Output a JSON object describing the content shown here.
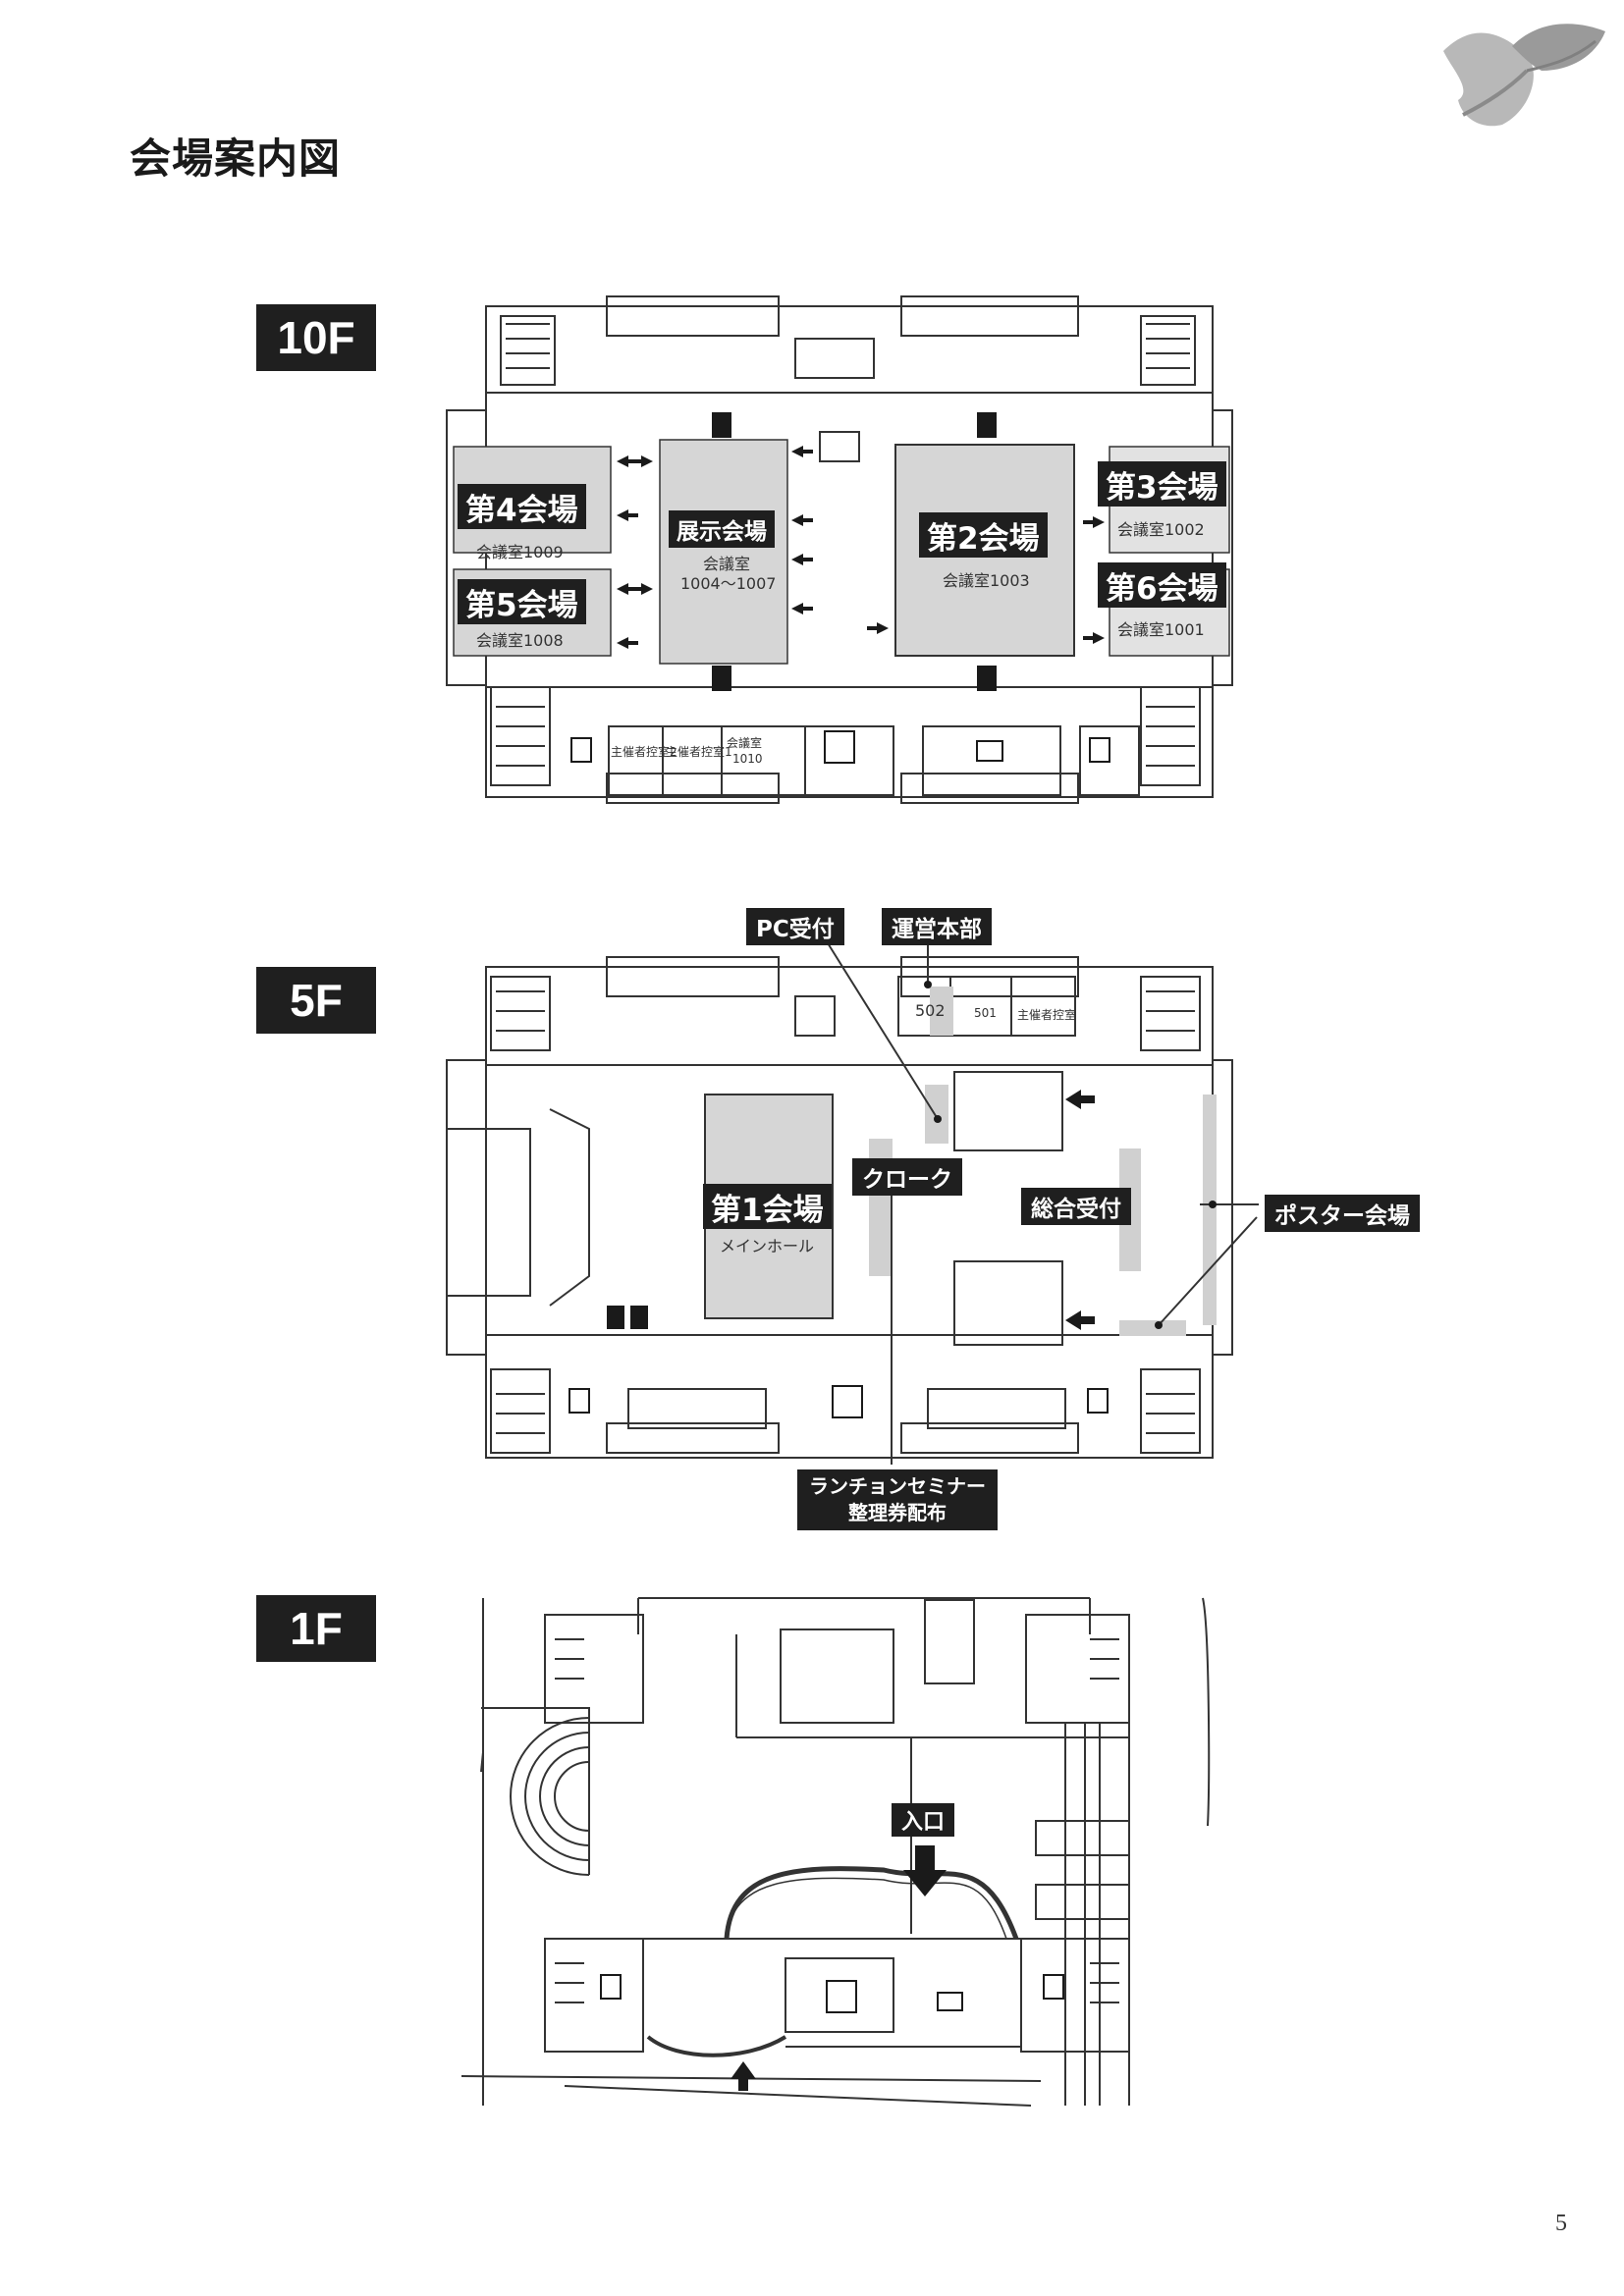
{
  "title": "会場案内図",
  "page_number": "5",
  "floors": {
    "f10": {
      "badge": "10F",
      "venues": {
        "hall4": "第4会場",
        "hall5": "第5会場",
        "exhibit": "展示会場",
        "hall2": "第2会場",
        "hall3": "第3会場",
        "hall6": "第6会場"
      },
      "rooms": {
        "r1009": "会議室1009",
        "r1008": "会議室1008",
        "r1004_line1": "会議室",
        "r1004_line2": "1004～1007",
        "r1003": "会議室1003",
        "r1002": "会議室1002",
        "r1001": "会議室1001",
        "organizer2": "主催者控室2",
        "organizer1": "主催者控室1",
        "r1010_line1": "会議室",
        "r1010_line2": "1010"
      }
    },
    "f5": {
      "badge": "5F",
      "labels": {
        "pc": "PC受付",
        "hq": "運営本部",
        "cloak": "クローク",
        "reception": "総合受付",
        "poster": "ポスター会場",
        "lunch_line1": "ランチョンセミナー",
        "lunch_line2": "整理券配布"
      },
      "venues": {
        "hall1": "第1会場"
      },
      "rooms": {
        "main_hall": "メインホール",
        "r502": "502",
        "r501": "501",
        "organizer": "主催者控室"
      }
    },
    "f1": {
      "badge": "1F",
      "labels": {
        "entrance": "入口"
      }
    }
  },
  "colors": {
    "badge": "#1f1f1f",
    "venue_fill": "#d6d6d6",
    "line": "#333333",
    "highlight": "#cfcfcf"
  },
  "icons": [
    "ginkgo-leaf-logo",
    "restroom-icon",
    "elevator-icon",
    "escalator-icon",
    "stairs-icon",
    "arrow-icon"
  ]
}
